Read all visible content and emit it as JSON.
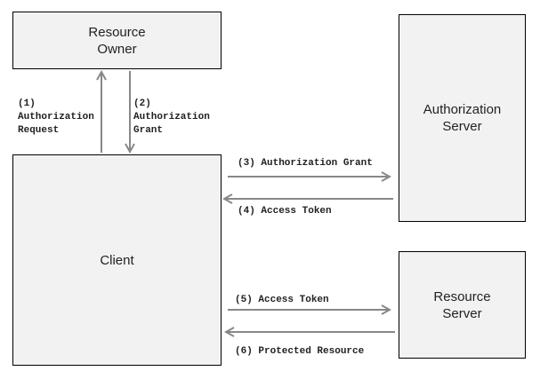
{
  "nodes": {
    "resource_owner": {
      "line1": "Resource",
      "line2": "Owner"
    },
    "authorization_server": {
      "line1": "Authorization",
      "line2": "Server"
    },
    "client": {
      "label": "Client"
    },
    "resource_server": {
      "line1": "Resource",
      "line2": "Server"
    }
  },
  "steps": {
    "step1": {
      "number": "(1)",
      "line1": "Authorization",
      "line2": "Request"
    },
    "step2": {
      "number": "(2)",
      "line1": "Authorization",
      "line2": "Grant"
    },
    "step3": {
      "text": "(3) Authorization Grant"
    },
    "step4": {
      "text": "(4) Access Token"
    },
    "step5": {
      "text": "(5) Access Token"
    },
    "step6": {
      "text": "(6) Protected Resource"
    }
  },
  "colors": {
    "box_fill": "#f2f2f2",
    "box_border": "#000000",
    "arrow": "#888888",
    "text": "#222222"
  }
}
